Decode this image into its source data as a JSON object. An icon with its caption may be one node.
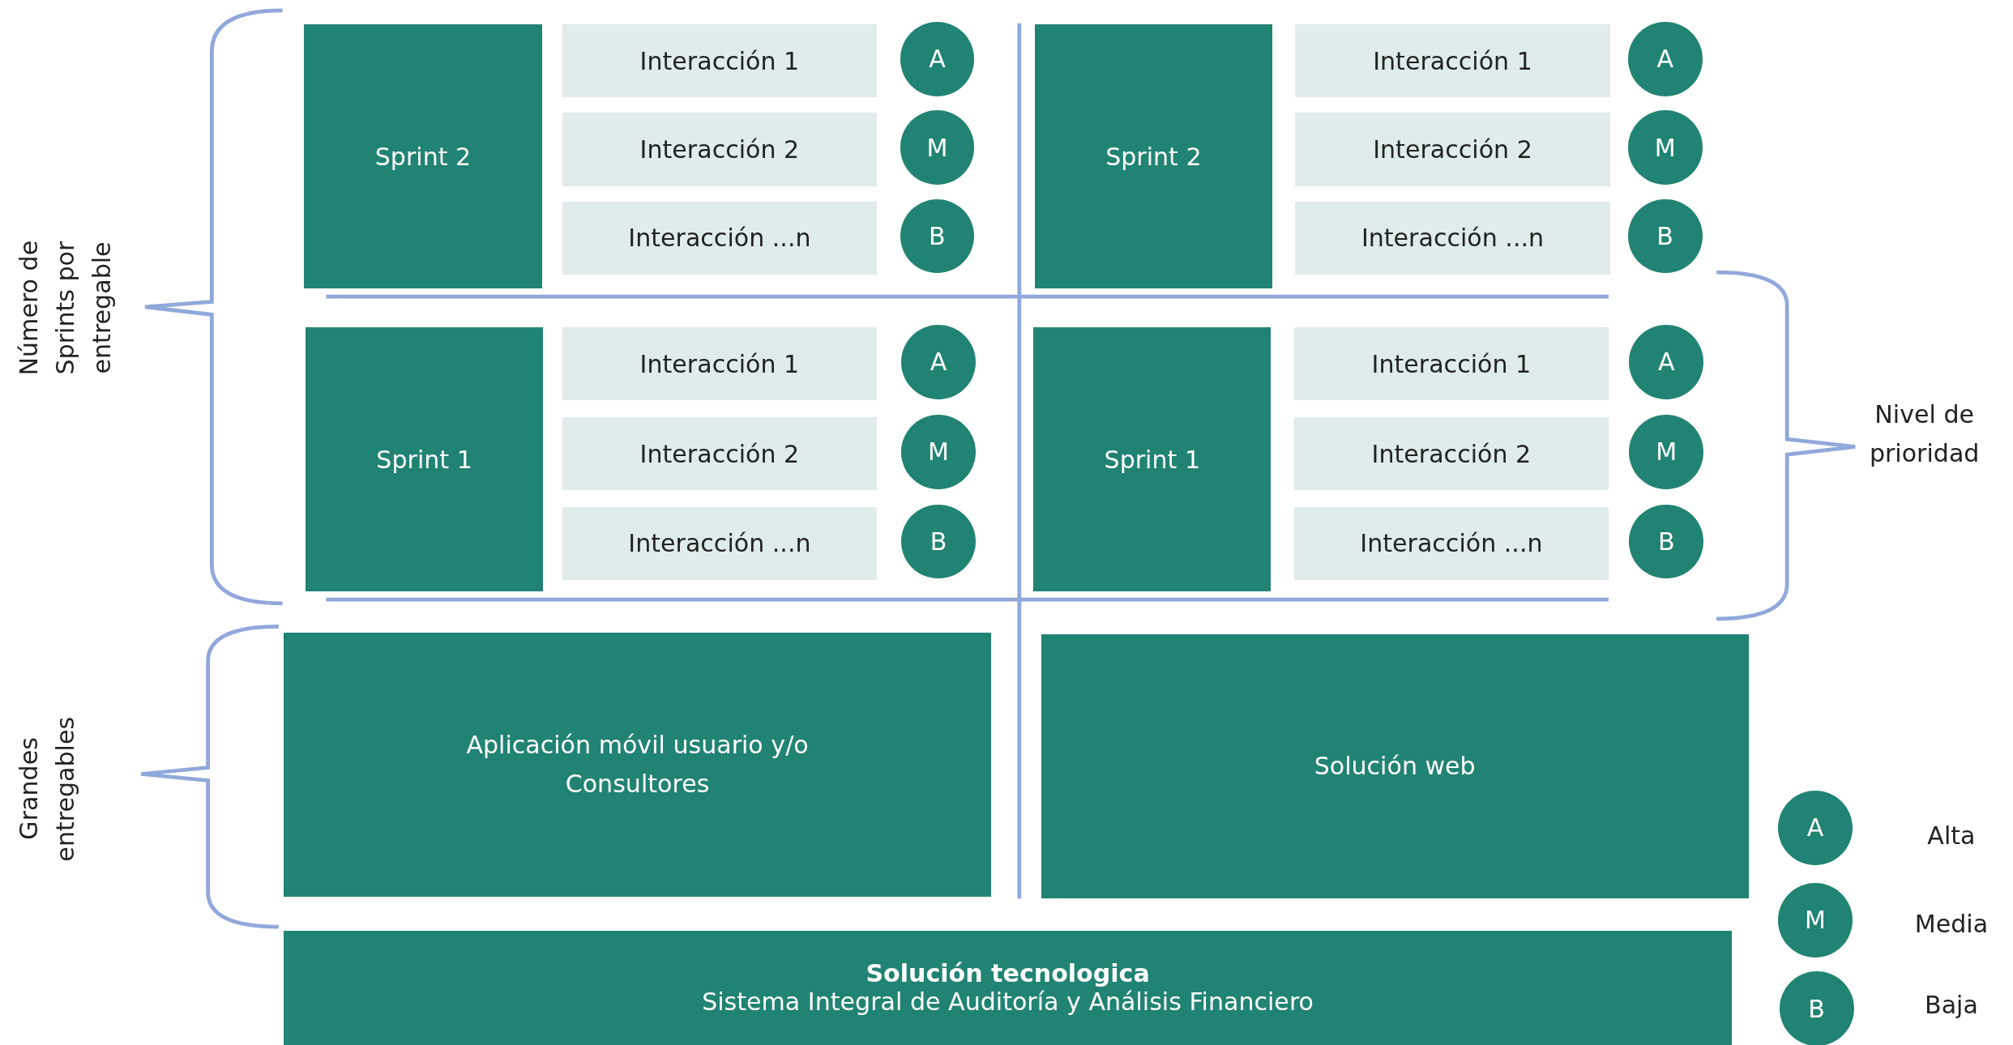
{
  "diagram": {
    "nodes": [
      {
        "text": [
          "Sprint 2"
        ]
      },
      {
        "text": [
          "Interacción 1"
        ]
      },
      {
        "text": [
          "A"
        ]
      },
      {
        "text": [
          "Interacción 2"
        ]
      },
      {
        "text": [
          "M"
        ]
      },
      {
        "text": [
          "Interacción ...n"
        ]
      },
      {
        "text": [
          "B"
        ]
      },
      {
        "text": [
          "Sprint 2"
        ]
      },
      {
        "text": [
          "Interacción 1"
        ]
      },
      {
        "text": [
          "A"
        ]
      },
      {
        "text": [
          "Interacción 2"
        ]
      },
      {
        "text": [
          "M"
        ]
      },
      {
        "text": [
          "Interacción ...n"
        ]
      },
      {
        "text": [
          "B"
        ]
      },
      {
        "text": [
          "Sprint 1"
        ]
      },
      {
        "text": [
          "Interacción 1"
        ]
      },
      {
        "text": [
          "A"
        ]
      },
      {
        "text": [
          "Interacción 2"
        ]
      },
      {
        "text": [
          "M"
        ]
      },
      {
        "text": [
          "Interacción ...n"
        ]
      },
      {
        "text": [
          "B"
        ]
      },
      {
        "text": [
          "Sprint 1"
        ]
      },
      {
        "text": [
          "Interacción 1"
        ]
      },
      {
        "text": [
          "A"
        ]
      },
      {
        "text": [
          "Interacción 2"
        ]
      },
      {
        "text": [
          "M"
        ]
      },
      {
        "text": [
          "Interacción ...n"
        ]
      },
      {
        "text": [
          "B"
        ]
      },
      {
        "text": [
          "Aplicación móvil usuario y/o Consultores"
        ]
      },
      {
        "text": [
          "Solución web"
        ]
      },
      {
        "text": [
          "Solución tecnologica",
          "Sistema Integral de Auditoría y Análisis Financiero"
        ]
      },
      {
        "text": [
          "A"
        ]
      },
      {
        "text": [
          "M"
        ]
      },
      {
        "text": [
          "B"
        ]
      }
    ],
    "edges": [],
    "labels": [
      "Número de Sprints por entregable",
      "Nivel de prioridad",
      "Grandes entregables",
      "Alta",
      "Media",
      "Baja"
    ]
  }
}
